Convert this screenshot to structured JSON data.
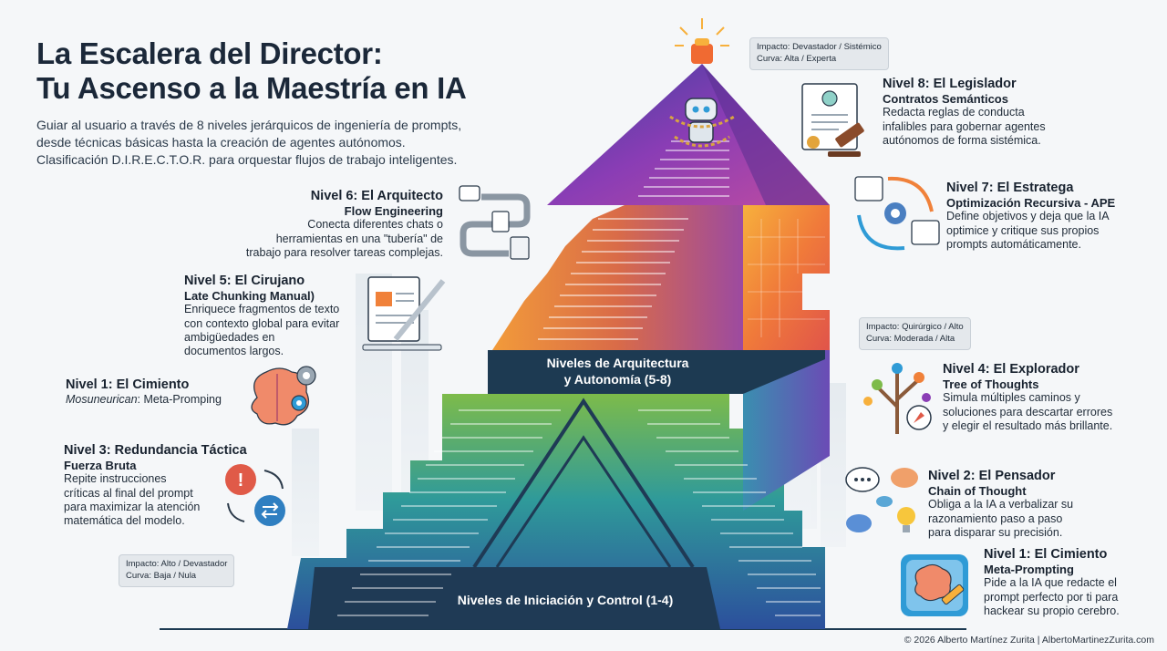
{
  "header": {
    "title_line1": "La Escalera del Director:",
    "title_line2": "Tu Ascenso a la Maestría en IA",
    "subtitle_line1": "Guiar al usuario a través de 8 niveles jerárquicos de ingeniería de prompts,",
    "subtitle_line2": "desde técnicas básicas hasta la creación de agentes autónomos.",
    "subtitle_line3": "Clasificación D.I.R.E.C.T.O.R. para orquestar flujos de trabajo inteligentes."
  },
  "badges": {
    "top": {
      "line1": "Impacto: Devastador / Sistémico",
      "line2": "Curva: Alta / Experta"
    },
    "middle": {
      "line1": "Impacto: Quirúrgico / Alto",
      "line2": "Curva: Moderada / Alta"
    },
    "bottom": {
      "line1": "Impacto: Alto / Devastador",
      "line2": "Curva: Baja / Nula"
    }
  },
  "bands": {
    "upper_line1": "Niveles de Arquitectura",
    "upper_line2": "y Autonomía (5-8)",
    "lower": "Niveles de Iniciación y Control (1-4)"
  },
  "levels": {
    "l8": {
      "title": "Nivel 8: El Legislador",
      "sub": "Contratos Semánticos",
      "desc1": "Redacta reglas de conducta",
      "desc2": "infalibles para gobernar agentes",
      "desc3": "autónomos de forma sistémica."
    },
    "l7": {
      "title": "Nivel 7: El Estratega",
      "sub": "Optimización Recursiva - APE",
      "desc1": "Define objetivos y deja que la IA",
      "desc2": "optimice y critique sus propios",
      "desc3": "prompts automáticamente."
    },
    "l6": {
      "title": "Nivel 6: El Arquitecto",
      "sub": "Flow Engineering",
      "desc1": "Conecta diferentes chats o",
      "desc2": "herramientas en una \"tubería\" de",
      "desc3": "trabajo para resolver tareas complejas."
    },
    "l5": {
      "title": "Nivel 5: El Cirujano",
      "sub": "Late Chunking Manual)",
      "desc1": "Enriquece fragmentos de texto",
      "desc2": "con contexto global para evitar",
      "desc3": "ambigüedades en",
      "desc4": "documentos largos."
    },
    "l1a": {
      "title": "Nivel 1: El Cimiento",
      "sub_prefix": "Mosuneurican",
      "sub_rest": ": Meta-Promping"
    },
    "l4": {
      "title": "Nivel 4: El Explorador",
      "sub": "Tree of Thoughts",
      "desc1": "Simula múltiples caminos y",
      "desc2": "soluciones para descartar errores",
      "desc3": "y elegir el resultado más brillante."
    },
    "l3": {
      "title": "Nivel 3: Redundancia Táctica",
      "sub": "Fuerza Bruta",
      "desc1": "Repite instrucciones",
      "desc2": "críticas al final del prompt",
      "desc3": "para maximizar la atención",
      "desc4": "matemática del modelo."
    },
    "l2": {
      "title": "Nivel 2: El Pensador",
      "sub": "Chain of Thought",
      "desc1": "Obliga a la IA a verbalizar su",
      "desc2": "razonamiento paso a paso",
      "desc3": "para disparar su precisión."
    },
    "l1b": {
      "title": "Nivel 1: El Cimiento",
      "sub": "Meta-Prompting",
      "desc1": "Pide a la IA que redacte el",
      "desc2": "prompt perfecto por ti para",
      "desc3": "hackear su propio cerebro."
    }
  },
  "footer": "© 2026 Alberto Martínez Zurita | AlbertoMartinezZurita.com",
  "colors": {
    "dark_navy": "#1d3a52",
    "violet": "#6b3fb3",
    "orange": "#f08a3c",
    "teal": "#2f9a9a",
    "blue": "#2f64b5",
    "green": "#7dbb4a"
  }
}
